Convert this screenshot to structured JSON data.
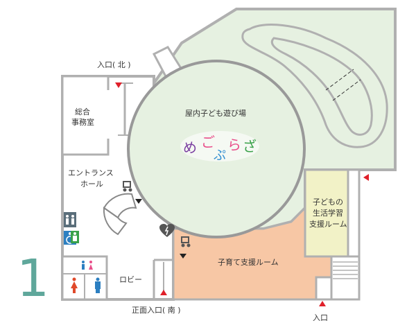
{
  "floor": {
    "number": "1"
  },
  "colors": {
    "wall": "#b0b0b0",
    "play_area": "#e6f1e1",
    "support_room": "#f7c7a5",
    "learning_room": "#f2f2c7",
    "entrance_marker": "#e0202a",
    "floor_number": "#5fa79b"
  },
  "labels": {
    "entrance_north": "入口( 北 )",
    "entrance_south": "正面入口( 南 )",
    "entrance_east": "入口",
    "office": "総合事務室",
    "office_line1": "総合",
    "office_line2": "事務室",
    "entrance_hall_line1": "エントランス",
    "entrance_hall_line2": "ホール",
    "play_area": "屋内子ども遊び場",
    "parenting_room": "子育て支援ルーム",
    "learning_room_line1": "子どもの",
    "learning_room_line2": "生活学習",
    "learning_room_line3": "支援ルーム",
    "lobby": "ロビー"
  },
  "logo": {
    "chars": [
      "め",
      "ご",
      "ぷ",
      "ら",
      "ざ"
    ]
  },
  "icons": [
    "elevator-icon",
    "accessible-toilet-icon",
    "stroller-parking-icon",
    "aed-icon",
    "family-restroom-icon",
    "female-restroom-icon",
    "male-restroom-icon",
    "stairs-icon"
  ]
}
